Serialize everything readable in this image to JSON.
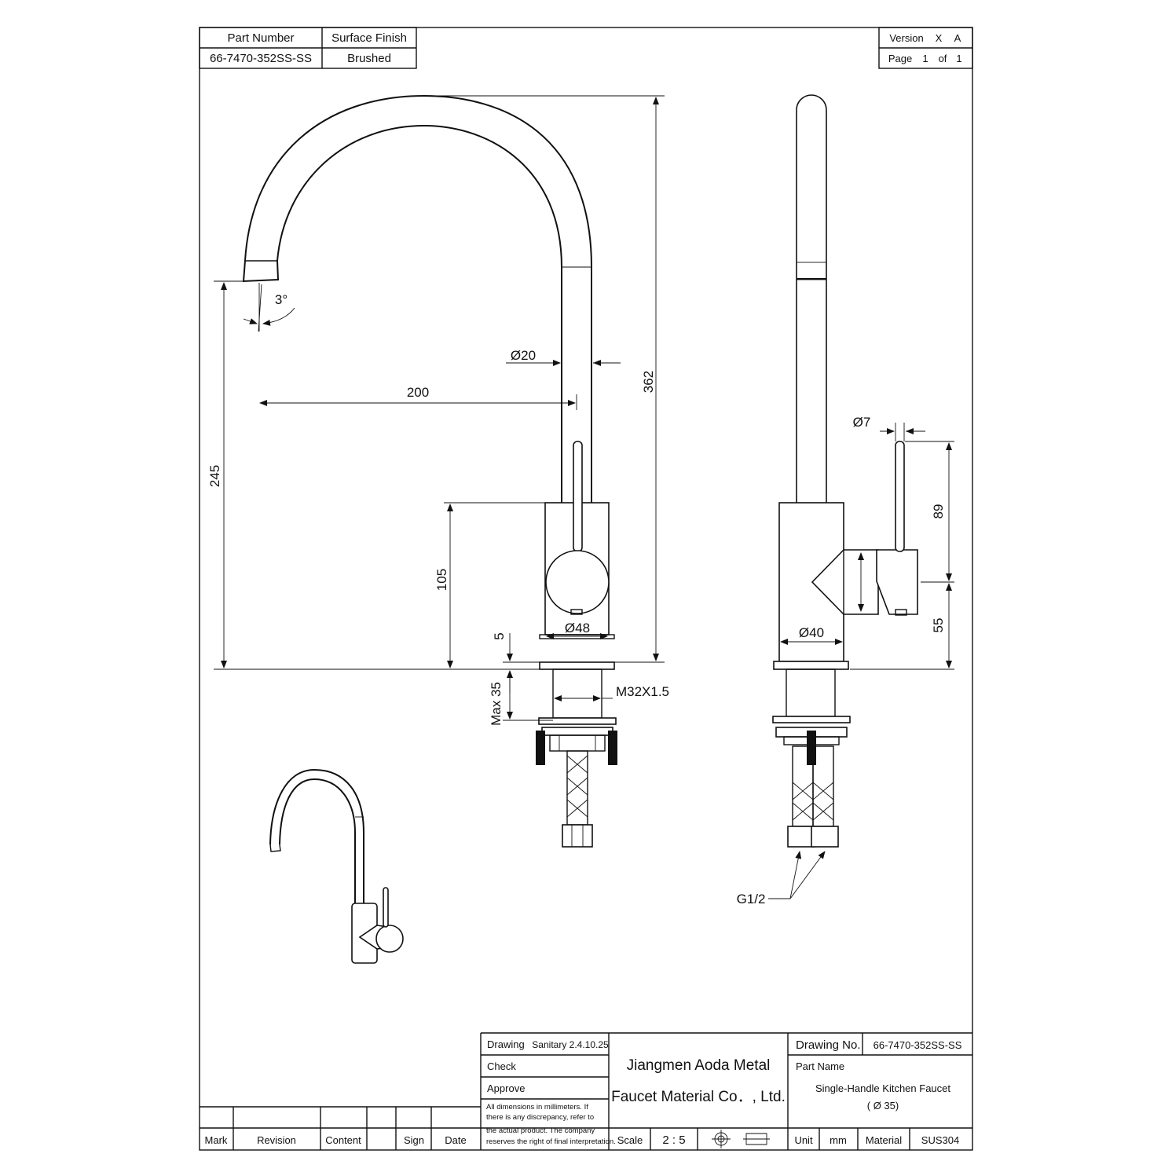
{
  "header": {
    "part_number_label": "Part Number",
    "part_number_value": "66-7470-352SS-SS",
    "surface_finish_label": "Surface Finish",
    "surface_finish_value": "Brushed",
    "version_label": "Version",
    "version_value_1": "X",
    "version_value_2": "A",
    "page_label": "Page",
    "page_number": "1",
    "page_of": "of",
    "page_total": "1"
  },
  "dimensions": {
    "spout_angle": "3°",
    "spout_diameter": "Ø20",
    "reach": "200",
    "total_height": "362",
    "spout_height": "245",
    "body_height": "105",
    "body_diameter": "Ø48",
    "flange_thickness": "5",
    "max_deck": "Max 35",
    "thread": "M32X1.5",
    "lever_diameter": "Ø7",
    "lever_height": "89",
    "lever_pivot_height": "55",
    "side_body_diameter": "Ø40",
    "inlet_thread": "G1/2"
  },
  "title_block": {
    "drawing_label": "Drawing",
    "drawing_value": "Sanitary 2.4.10.25",
    "check_label": "Check",
    "approve_label": "Approve",
    "note_lines": [
      "All dimensions in millimeters. If",
      "there is any discrepancy, refer to",
      "the actual product. The company",
      "reserves the right of final interpretation."
    ],
    "company_line1": "Jiangmen Aoda Metal",
    "company_line2": "Faucet Material Co．, Ltd.",
    "drawing_no_label": "Drawing No.",
    "drawing_no_value": "66-7470-352SS-SS",
    "part_name_label": "Part Name",
    "part_name_value": "Single-Handle Kitchen Faucet",
    "part_name_sub": "( Ø 35)",
    "scale_label": "Scale",
    "scale_value": "2 : 5",
    "unit_label": "Unit",
    "unit_value": "mm",
    "material_label": "Material",
    "material_value": "SUS304",
    "revision_headers": [
      "Mark",
      "Revision",
      "Content",
      "Sign",
      "Date"
    ]
  },
  "icons": {
    "projection_symbol": "first-angle-projection-icon"
  }
}
